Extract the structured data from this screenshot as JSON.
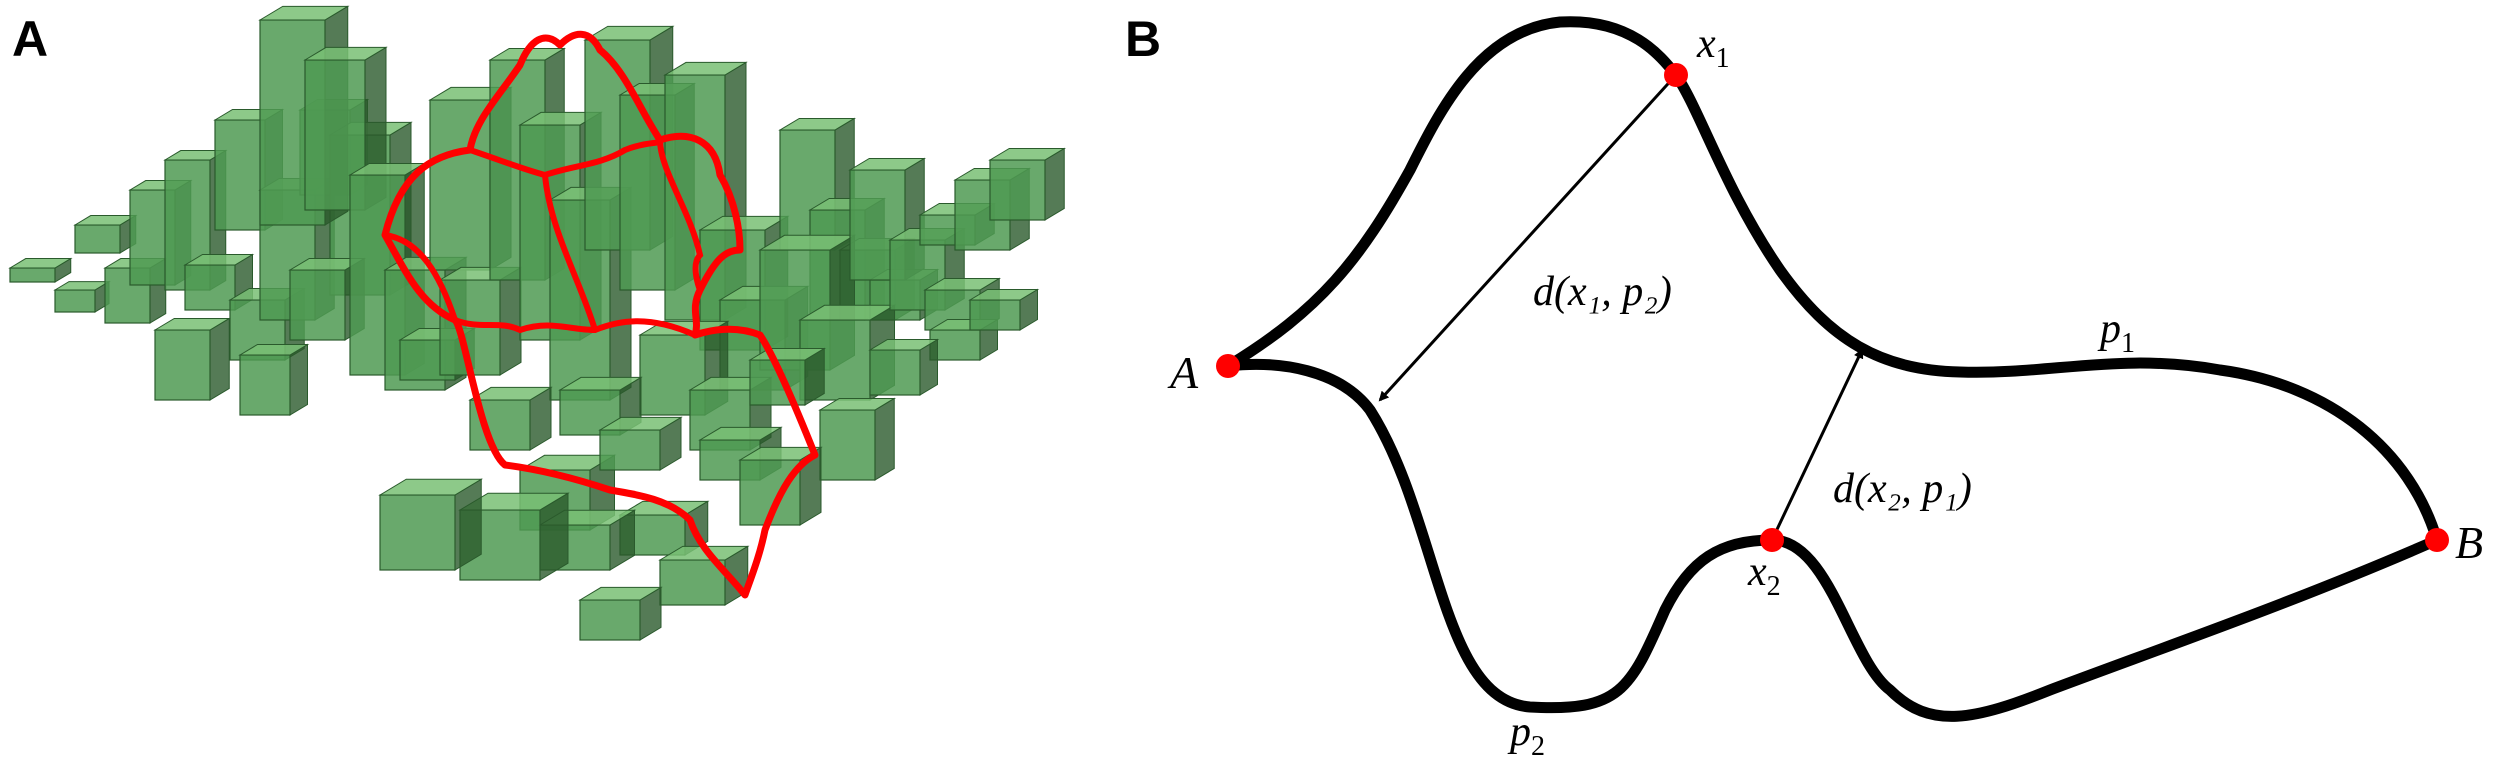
{
  "panels": {
    "a": {
      "letter": "A"
    },
    "b": {
      "letter": "B",
      "points": {
        "A": {
          "label": "A"
        },
        "B": {
          "label": "B"
        },
        "x1": {
          "var": "x",
          "sub": "1"
        },
        "x2": {
          "var": "x",
          "sub": "2"
        }
      },
      "paths": {
        "p1": {
          "var": "p",
          "sub": "1"
        },
        "p2": {
          "var": "p",
          "sub": "2"
        }
      },
      "distances": {
        "d1": {
          "text": "d(x₁, p₂)"
        },
        "d2": {
          "text": "d(x₂, p₁)"
        }
      }
    }
  },
  "colors": {
    "bar_fill": "#4f9a52",
    "bar_top": "#79bf74",
    "bar_dark": "#2a5a2c",
    "surface_line": "#ff0000",
    "point": "#ff0000",
    "stroke": "#000000"
  }
}
